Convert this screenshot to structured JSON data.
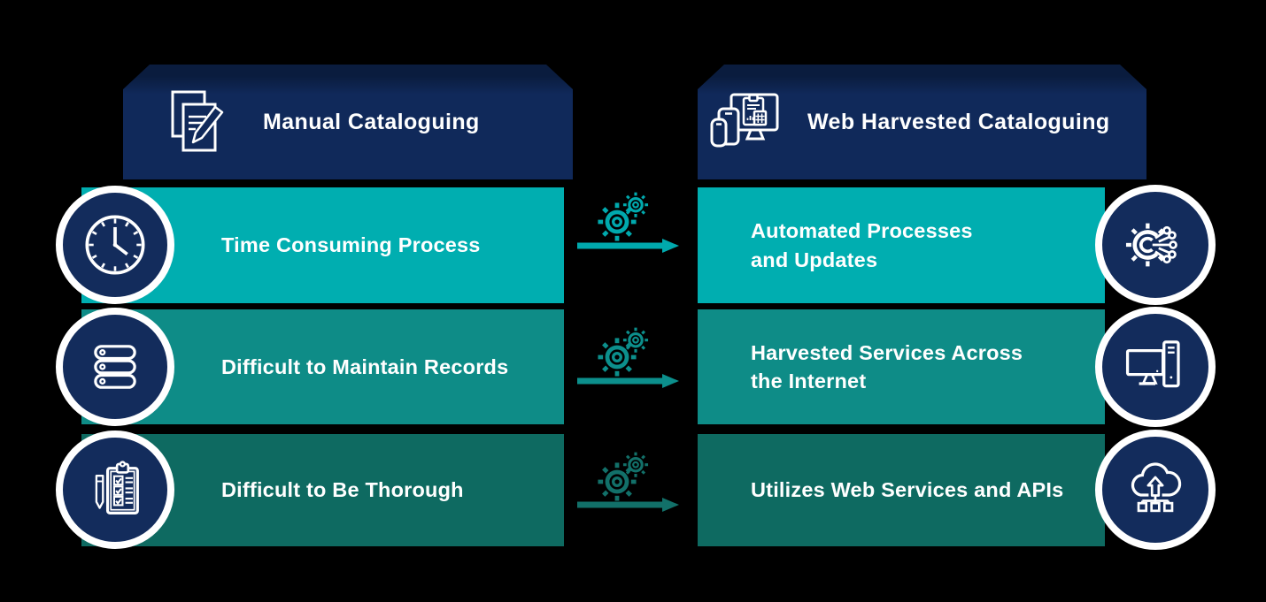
{
  "page": {
    "background": "#000000"
  },
  "left_panel": {
    "header": {
      "title": "Manual Cataloguing",
      "icon": "documents-pencil-icon"
    },
    "rows": [
      {
        "text": "Time Consuming Process",
        "icon": "clock-icon"
      },
      {
        "text": "Difficult to Maintain Records",
        "icon": "server-stack-icon"
      },
      {
        "text": "Difficult to Be Thorough",
        "icon": "clipboard-checklist-pen-icon"
      }
    ]
  },
  "right_panel": {
    "header": {
      "title": "Web Harvested Cataloguing",
      "icon": "devices-monitor-tablet-phone-icon"
    },
    "rows": [
      {
        "text": "Automated Processes\nand Updates",
        "icon": "gear-circuit-icon"
      },
      {
        "text": "Harvested Services Across\nthe Internet",
        "icon": "desktop-computer-icon"
      },
      {
        "text": "Utilizes Web Services and APIs",
        "icon": "cloud-upload-network-icon"
      }
    ]
  },
  "connectors": {
    "gears_icon": "gears-icon",
    "arrow_icon": "arrow-right-icon"
  },
  "colors": {
    "background": "#000000",
    "header_navy": "#10295a",
    "header_top_navy": "#0a1c3e",
    "circle_navy": "#132c5c",
    "row1_teal": "#00aeb0",
    "row2_teal": "#0e8c87",
    "row3_teal": "#0e6a61",
    "connector1_teal": "#00a9ad",
    "connector2_teal": "#0c8f8c",
    "connector3_teal": "#127069",
    "text": "#ffffff"
  }
}
